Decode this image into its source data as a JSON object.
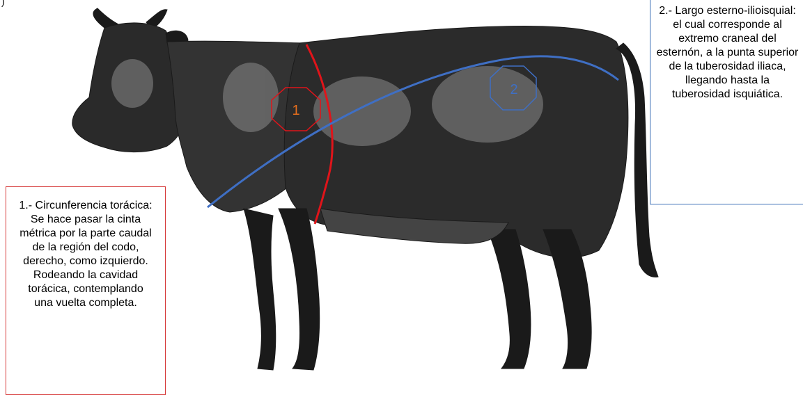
{
  "corner_mark": ")",
  "colors": {
    "measure_1": "#e0141a",
    "measure_2": "#3f6fc4",
    "label_1_text": "#e76f1d",
    "note_1_border": "#d63a3a",
    "note_2_border": "#3b6fb6",
    "ink": "#1a1a1a"
  },
  "illustration": {
    "subject": "bull-engraving"
  },
  "markers": {
    "marker_1": {
      "label": "1"
    },
    "marker_2": {
      "label": "2"
    }
  },
  "notes": {
    "note_1": {
      "text": "1.- Circunferencia torácica: Se hace pasar la cinta métrica por la parte caudal de la región del codo, derecho, como izquierdo. Rodeando la cavidad torácica, contemplando una vuelta completa."
    },
    "note_2": {
      "text": "2.- Largo esterno-ilioisquial: el cual corresponde al extremo craneal del esternón, a la punta superior de la tuberosidad iliaca, llegando hasta la tuberosidad isquiática."
    }
  }
}
